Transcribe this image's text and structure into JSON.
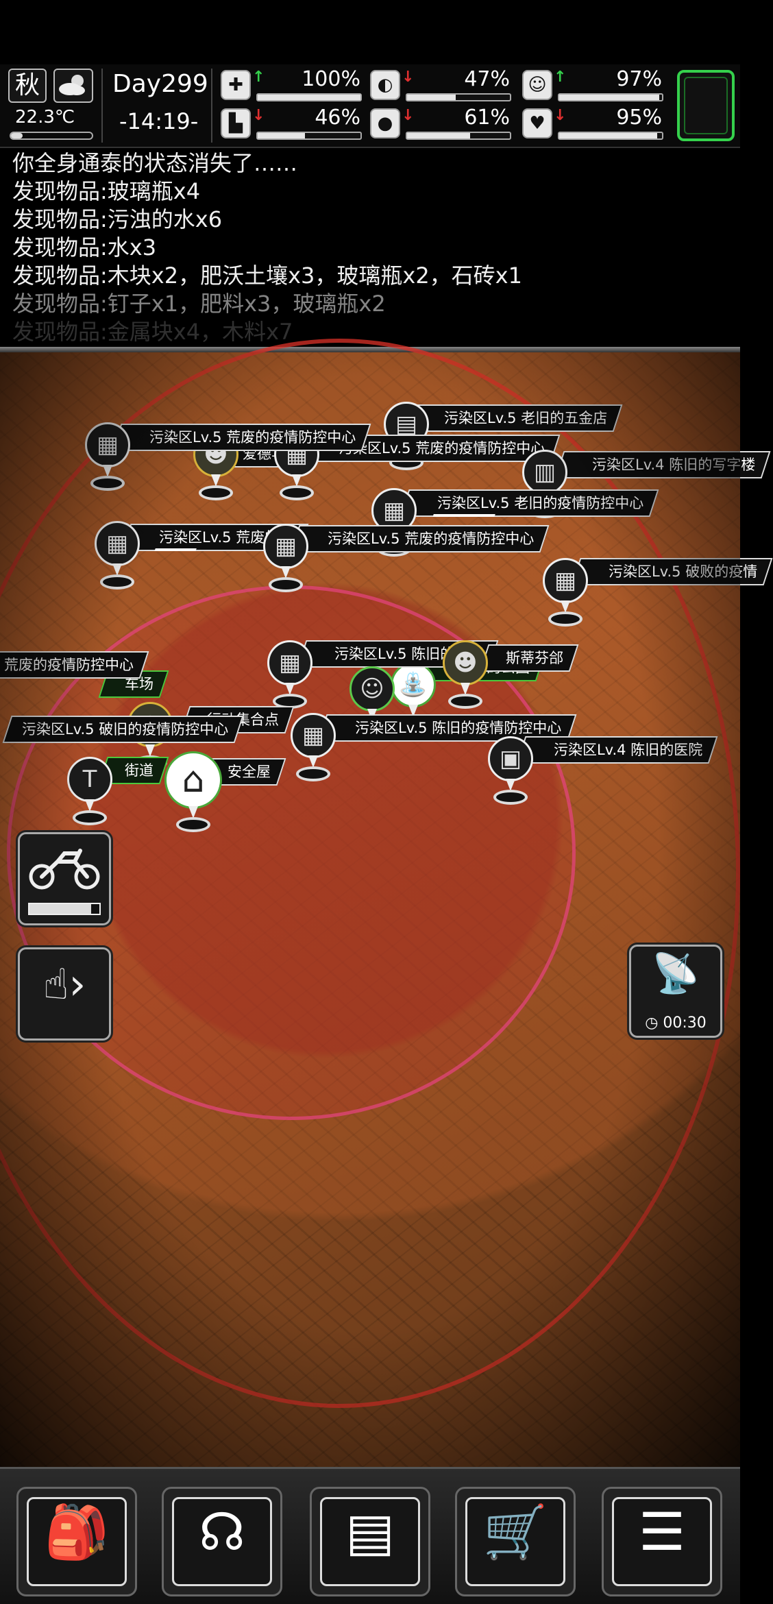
{
  "status": {
    "season": "秋",
    "weather_icon": "cloudy-sun-icon",
    "temperature": "22.3℃",
    "day": "Day299",
    "time": "-14:19-",
    "stats": [
      {
        "name": "health",
        "icon": "medkit-icon",
        "glyph": "✚",
        "trend": "up",
        "value": "100%",
        "level": 1.0
      },
      {
        "name": "hunger",
        "icon": "stomach-icon",
        "glyph": "◐",
        "trend": "down",
        "value": "47%",
        "level": 0.47
      },
      {
        "name": "mood",
        "icon": "face-icon",
        "glyph": "☺",
        "trend": "up",
        "value": "97%",
        "level": 0.97
      },
      {
        "name": "stamina",
        "icon": "boot-icon",
        "glyph": "▙",
        "trend": "down",
        "value": "46%",
        "level": 0.46
      },
      {
        "name": "thirst",
        "icon": "water-drop-icon",
        "glyph": "●",
        "trend": "down",
        "value": "61%",
        "level": 0.61
      },
      {
        "name": "heart",
        "icon": "heart-icon",
        "glyph": "♥",
        "trend": "down",
        "value": "95%",
        "level": 0.95
      }
    ]
  },
  "log": [
    "你全身通泰的状态消失了……",
    "发现物品:玻璃瓶x4",
    "发现物品:污浊的水x6",
    "发现物品:水x3",
    "发现物品:木块x2，肥沃土壤x3，玻璃瓶x2，石砖x1",
    "发现物品:钉子x1，肥料x3，玻璃瓶x2",
    "发现物品:金属块x4，木料x7"
  ],
  "map": {
    "locations": [
      {
        "label": "爱德华",
        "icon": "person-icon",
        "glyph": "☻",
        "style": "gold"
      },
      {
        "label": "污染区Lv.5 老旧的五金店",
        "icon": "shop-icon",
        "glyph": "▤",
        "style": "white"
      },
      {
        "label": "污染区Lv.5 荒废的疫情防控中心",
        "icon": "building-icon",
        "glyph": "▦",
        "style": "white"
      },
      {
        "label": "污染区Lv.5 荒废的疫情防控中心",
        "icon": "building-icon",
        "glyph": "▦",
        "style": "white"
      },
      {
        "label": "污染区Lv.4 陈旧的写字楼",
        "icon": "office-icon",
        "glyph": "▥",
        "style": "white"
      },
      {
        "label": "污染区Lv.5 老旧的疫情防控中心",
        "icon": "building-icon",
        "glyph": "▦",
        "style": "white"
      },
      {
        "label": "污染区Lv.5 荒废的疫",
        "icon": "building-icon",
        "glyph": "▦",
        "style": "white"
      },
      {
        "label": "污染区Lv.5 荒废的疫情防控中心",
        "icon": "building-icon",
        "glyph": "▦",
        "style": "white"
      },
      {
        "label": "污染区Lv.5 破败的疫情",
        "icon": "building-icon",
        "glyph": "▦",
        "style": "white"
      },
      {
        "label": "荒废的疫情防控中心",
        "icon": "building-icon",
        "glyph": "▦",
        "style": "white"
      },
      {
        "label": "污染区Lv.5 陈旧的疫情",
        "icon": "building-icon",
        "glyph": "▦",
        "style": "white"
      },
      {
        "label": "斯蒂芬郃",
        "icon": "person-icon",
        "glyph": "☻",
        "style": "gold"
      },
      {
        "label": "陈旧的公园",
        "icon": "park-icon",
        "glyph": "⛲",
        "style": "green"
      },
      {
        "label": "车场",
        "icon": "parking-icon",
        "glyph": "P",
        "style": "green"
      },
      {
        "label": "行动集合点",
        "icon": "rally-icon",
        "glyph": "✦",
        "style": "gold"
      },
      {
        "label": "污染区Lv.5 破旧的疫情防控中心",
        "icon": "building-icon",
        "glyph": "▦",
        "style": "white"
      },
      {
        "label": "污染区Lv.5 陈旧的疫情防控中心",
        "icon": "building-icon",
        "glyph": "▦",
        "style": "white"
      },
      {
        "label": "污染区Lv.4 陈旧的医院",
        "icon": "hospital-icon",
        "glyph": "▣",
        "style": "white"
      },
      {
        "label": "街道",
        "icon": "street-icon",
        "glyph": "T",
        "style": "green"
      },
      {
        "label": "安全屋",
        "icon": "home-icon",
        "glyph": "⌂",
        "style": "green"
      }
    ],
    "player_icon": "player-avatar-icon",
    "vehicle_icon": "motorcycle-icon",
    "vehicle_fuel": 0.88,
    "radar_time": "00:30"
  },
  "nav": [
    {
      "name": "backpack",
      "icon": "backpack-icon",
      "glyph": "🎒"
    },
    {
      "name": "skills",
      "icon": "brain-head-icon",
      "glyph": "☊"
    },
    {
      "name": "journal",
      "icon": "notebook-icon",
      "glyph": "▤"
    },
    {
      "name": "shop",
      "icon": "cart-icon",
      "glyph": "🛒"
    },
    {
      "name": "menu",
      "icon": "list-menu-icon",
      "glyph": "☰"
    }
  ]
}
